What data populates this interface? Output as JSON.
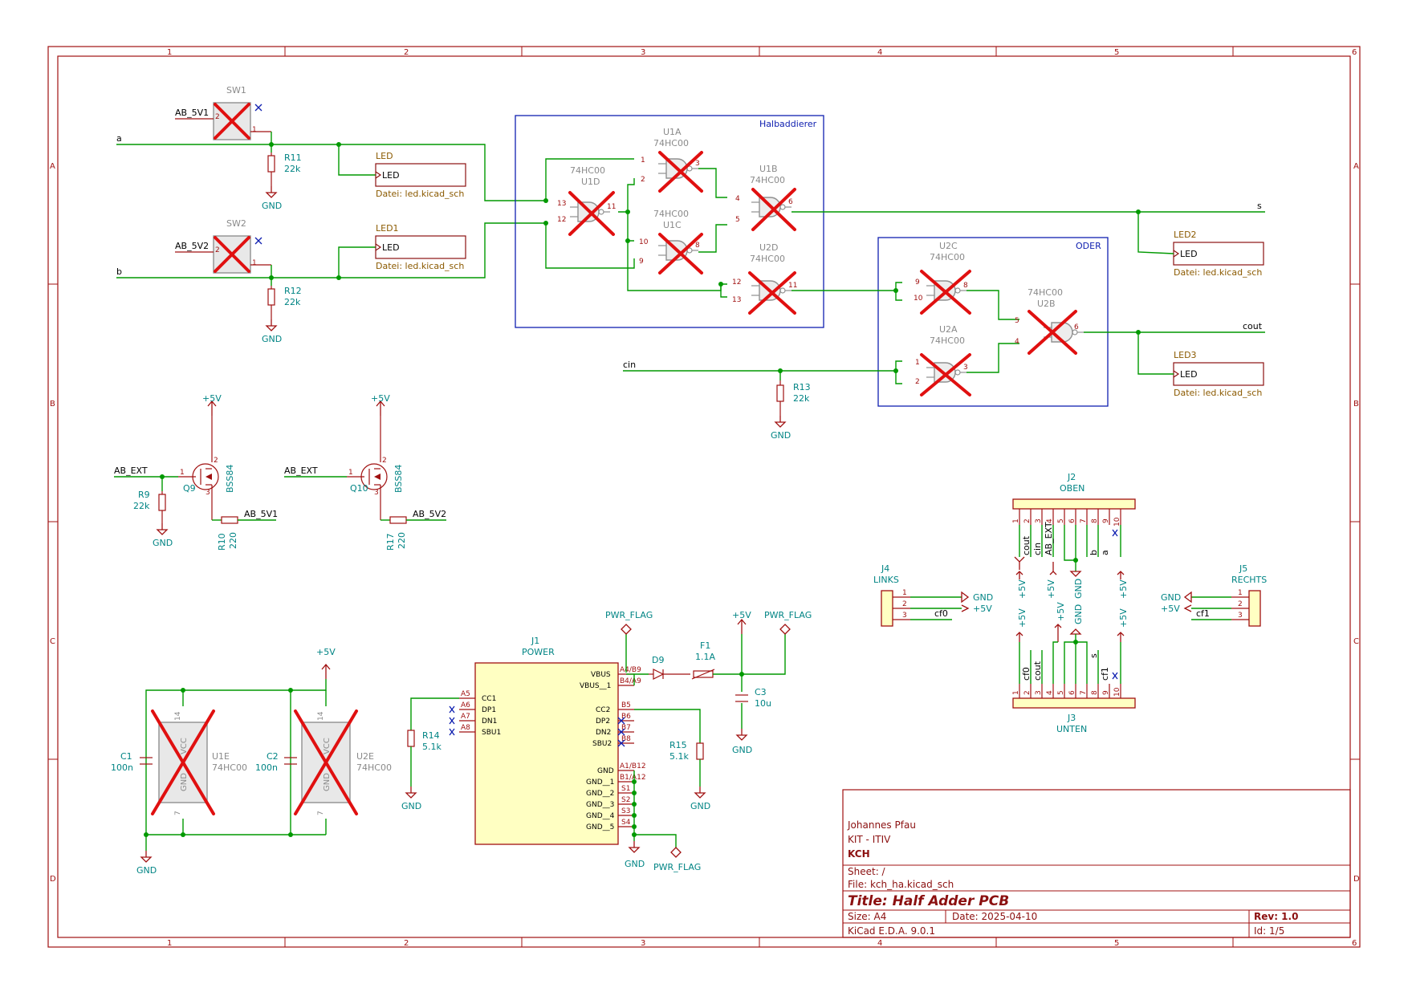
{
  "frame": {
    "columns": [
      "1",
      "2",
      "3",
      "4",
      "5",
      "6"
    ],
    "rows": [
      "A",
      "B",
      "C",
      "D"
    ]
  },
  "sheets": {
    "halbaddierer": "Halbaddierer",
    "oder": "ODER"
  },
  "leds": [
    {
      "ref": "LED",
      "pin": "LED",
      "file": "Datei: led.kicad_sch"
    },
    {
      "ref": "LED1",
      "pin": "LED",
      "file": "Datei: led.kicad_sch"
    },
    {
      "ref": "LED2",
      "pin": "LED",
      "file": "Datei: led.kicad_sch"
    },
    {
      "ref": "LED3",
      "pin": "LED",
      "file": "Datei: led.kicad_sch"
    }
  ],
  "switches": [
    {
      "ref": "SW1",
      "label": "AB_5V1"
    },
    {
      "ref": "SW2",
      "label": "AB_5V2"
    }
  ],
  "resistors": {
    "r11": {
      "ref": "R11",
      "val": "22k"
    },
    "r12": {
      "ref": "R12",
      "val": "22k"
    },
    "r13": {
      "ref": "R13",
      "val": "22k"
    },
    "r9": {
      "ref": "R9",
      "val": "22k"
    },
    "r10": {
      "ref": "R10",
      "val": "220"
    },
    "r17": {
      "ref": "R17",
      "val": "220"
    },
    "r14": {
      "ref": "R14",
      "val": "5.1k"
    },
    "r15": {
      "ref": "R15",
      "val": "5.1k"
    }
  },
  "gates": [
    {
      "unit": "U1A",
      "part": "74HC00",
      "pins": [
        "1",
        "2",
        "3"
      ]
    },
    {
      "unit": "U1D",
      "part": "74HC00",
      "pins": [
        "13",
        "12",
        "11"
      ]
    },
    {
      "unit": "U1B",
      "part": "74HC00",
      "pins": [
        "4",
        "5",
        "6"
      ]
    },
    {
      "unit": "U1C",
      "part": "74HC00",
      "pins": [
        "10",
        "9",
        "8"
      ]
    },
    {
      "unit": "U2D",
      "part": "74HC00",
      "pins": [
        "12",
        "13",
        "11"
      ]
    },
    {
      "unit": "U2C",
      "part": "74HC00",
      "pins": [
        "9",
        "10",
        "8"
      ]
    },
    {
      "unit": "U2A",
      "part": "74HC00",
      "pins": [
        "1",
        "2",
        "3"
      ]
    },
    {
      "unit": "U2B",
      "part": "74HC00",
      "pins": [
        "5",
        "4",
        "6"
      ]
    }
  ],
  "nets": {
    "a": "a",
    "b": "b",
    "s": "s",
    "cout": "cout",
    "cin": "cin",
    "ab_ext": "AB_EXT",
    "ab_5v1": "AB_5V1",
    "ab_5v2": "AB_5V2",
    "gnd": "GND",
    "p5v": "+5V",
    "pwr_flag": "PWR_FLAG",
    "cf0": "cf0",
    "cf1": "cf1"
  },
  "mosfets": [
    {
      "ref": "Q9",
      "val": "BSS84"
    },
    {
      "ref": "Q10",
      "val": "BSS84"
    }
  ],
  "pinnums": {
    "g": "1",
    "s": "2",
    "d": "3"
  },
  "power_units": [
    {
      "ref": "U1E",
      "part": "74HC00",
      "vcc": "VCC",
      "gnd": "GND",
      "p14": "14",
      "p7": "7"
    },
    {
      "ref": "U2E",
      "part": "74HC00",
      "vcc": "VCC",
      "gnd": "GND",
      "p14": "14",
      "p7": "7"
    }
  ],
  "caps": {
    "c1": {
      "ref": "C1",
      "val": "100n"
    },
    "c2": {
      "ref": "C2",
      "val": "100n"
    },
    "c3": {
      "ref": "C3",
      "val": "10u"
    }
  },
  "j1": {
    "ref": "J1",
    "val": "POWER",
    "left": [
      {
        "num": "A5",
        "name": "CC1"
      },
      {
        "num": "A6",
        "name": "DP1"
      },
      {
        "num": "A7",
        "name": "DN1"
      },
      {
        "num": "A8",
        "name": "SBU1"
      }
    ],
    "right_top": [
      {
        "num": "A4/B9",
        "name": "VBUS"
      },
      {
        "num": "B4/A9",
        "name": "VBUS__1"
      }
    ],
    "right_mid": [
      {
        "num": "B5",
        "name": "CC2"
      },
      {
        "num": "B6",
        "name": "DP2"
      },
      {
        "num": "B7",
        "name": "DN2"
      },
      {
        "num": "B8",
        "name": "SBU2"
      }
    ],
    "right_gnd": [
      {
        "num": "A1/B12",
        "name": "GND"
      },
      {
        "num": "B1/A12",
        "name": "GND__1"
      },
      {
        "num": "S1",
        "name": "GND__2"
      },
      {
        "num": "S2",
        "name": "GND__3"
      },
      {
        "num": "S3",
        "name": "GND__4"
      },
      {
        "num": "S4",
        "name": "GND__5"
      }
    ]
  },
  "diode": {
    "ref": "D9"
  },
  "fuse": {
    "ref": "F1",
    "val": "1.1A"
  },
  "j2": {
    "ref": "J2",
    "val": "OBEN",
    "pins": [
      "1",
      "2",
      "3",
      "4",
      "5",
      "6",
      "7",
      "8",
      "9",
      "10"
    ],
    "labels": [
      "cout",
      "cin",
      "AB_EXT",
      "b",
      "a"
    ],
    "bottom": [
      "+5V",
      "+5V",
      "GND",
      "+5V"
    ]
  },
  "j3": {
    "ref": "J3",
    "val": "UNTEN",
    "pins": [
      "1",
      "2",
      "3",
      "4",
      "5",
      "6",
      "7",
      "8",
      "9",
      "10"
    ],
    "labels": [
      "cf0",
      "cout",
      "s",
      "cf1"
    ],
    "top": [
      "+5V",
      "+5V",
      "GND",
      "+5V"
    ]
  },
  "j4": {
    "ref": "J4",
    "val": "LINKS",
    "pins": [
      "1",
      "2",
      "3"
    ]
  },
  "j5": {
    "ref": "J5",
    "val": "RECHTS",
    "pins": [
      "1",
      "2",
      "3"
    ]
  },
  "title_block": {
    "author": "Johannes Pfau",
    "org": "KIT - ITIV",
    "project": "KCH",
    "sheet": "Sheet: /",
    "file": "File: kch_ha.kicad_sch",
    "title": "Title: Half Adder PCB",
    "size": "Size: A4",
    "date": "Date: 2025-04-10",
    "rev": "Rev: 1.0",
    "tool": "KiCad E.D.A. 9.0.1",
    "id": "Id: 1/5"
  }
}
